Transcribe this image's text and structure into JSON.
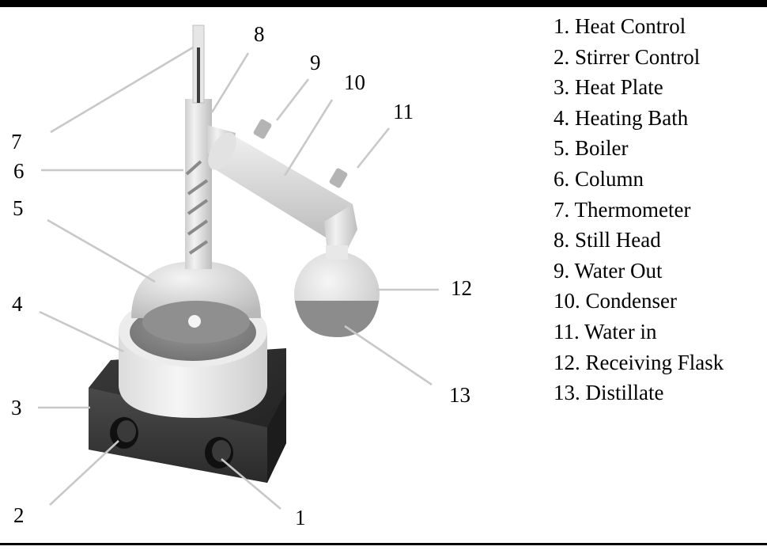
{
  "diagram": {
    "callouts": [
      "1",
      "2",
      "3",
      "4",
      "5",
      "6",
      "7",
      "8",
      "9",
      "10",
      "11",
      "12",
      "13"
    ]
  },
  "legend": {
    "items": [
      "1. Heat Control",
      "2. Stirrer Control",
      "3. Heat Plate",
      "4. Heating Bath",
      "5. Boiler",
      "6. Column",
      "7. Thermometer",
      "8. Still Head",
      "9. Water Out",
      "10. Condenser",
      "11. Water in",
      "12. Receiving Flask",
      "13. Distillate"
    ]
  }
}
